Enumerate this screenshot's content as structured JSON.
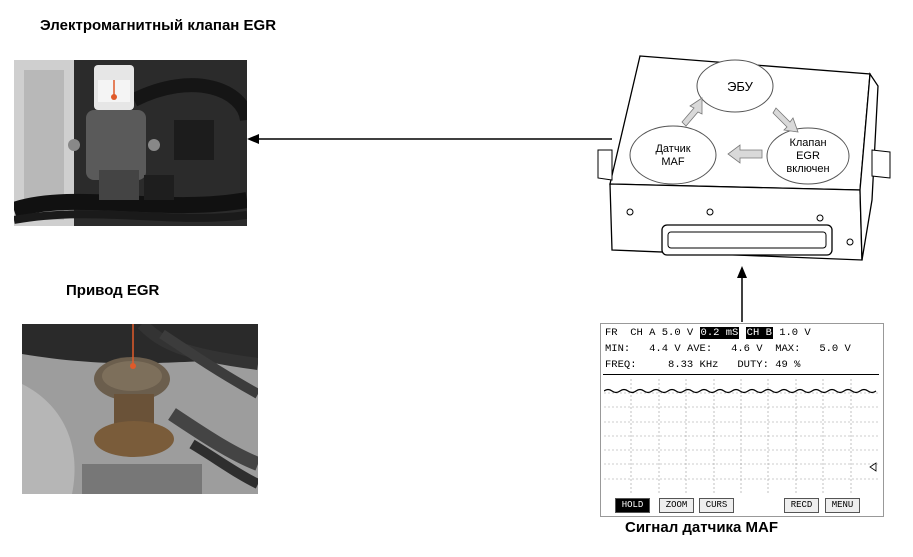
{
  "labels": {
    "solenoid": "Электромагнитный клапан EGR",
    "actuator": "Привод EGR",
    "maf_signal": "Сигнал датчика MAF"
  },
  "ecu": {
    "center": "ЭБУ",
    "left": [
      "Датчик",
      "MAF"
    ],
    "right": [
      "Клапан",
      "EGR",
      "включен"
    ]
  },
  "scope": {
    "row1": {
      "fr": "FR",
      "cha": "CH A 5.0 V",
      "time": "0.2 mS",
      "chb": "CH B",
      "chb_val": "1.0 V"
    },
    "row2": {
      "min_l": "MIN:",
      "min": "4.4 V",
      "ave_l": "AVE:",
      "ave": "4.6 V",
      "max_l": "MAX:",
      "max": "5.0 V"
    },
    "row3": {
      "freq_l": "FREQ:",
      "freq": "8.33 KHz",
      "duty_l": "DUTY:",
      "duty": "49 %"
    },
    "buttons": [
      "HOLD",
      "ZOOM",
      "CURS",
      "RECD",
      "MENU"
    ],
    "active_button": "HOLD"
  },
  "colors": {
    "arrow": "#000000",
    "ecu_fill": "#ffffff",
    "pointer": "#e05a2a"
  }
}
